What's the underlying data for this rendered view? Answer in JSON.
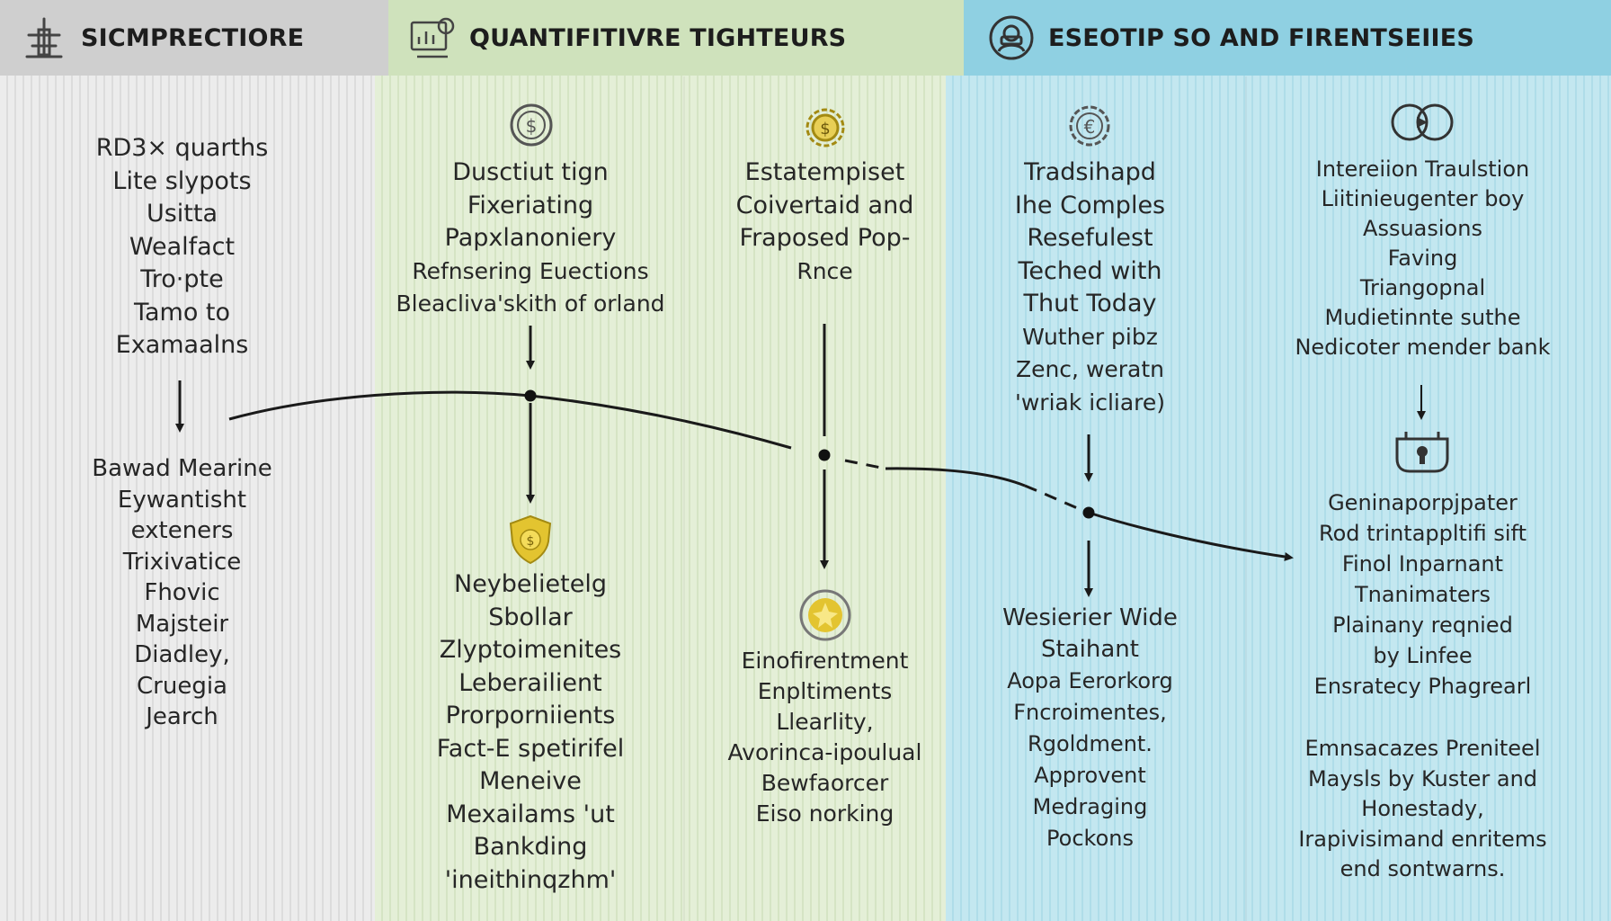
{
  "header": {
    "sections": [
      {
        "title": "SICMPRECTIORE",
        "icon": "tower-icon"
      },
      {
        "title": "QUANTIFITIVRE TIGHTEURS",
        "icon": "chart-screen-icon"
      },
      {
        "title": "ESEOTIP SO AND FIRENTSEIIES",
        "icon": "person-badge-icon"
      }
    ]
  },
  "columns": [
    {
      "top": [
        "RD3× quarths",
        "Lite slypots",
        "Usitta",
        "Wealfact",
        "Tro·pte",
        "Tamo to",
        "Examaalns"
      ],
      "bottom": [
        "Bawad Mearine",
        "Eywantisht",
        "exteners",
        "Trixivatice",
        "Fhovic",
        "Majsteir",
        "Diadley,",
        "Cruegia",
        "Jearch"
      ]
    },
    {
      "top_icon": "dollar-coin-icon",
      "top": [
        "Dusctiut tign",
        "Fixeriating",
        "Papxlanoniery",
        "Refnsering Euections",
        "Bleacliva'skith of orland"
      ],
      "bottom_icon": "gold-shield-icon",
      "bottom": [
        "Neybelietelg",
        "Sbollar",
        "Zlyptoimenites",
        "Leberailient",
        "Prorporniients",
        "Fact-E spetirifel",
        "Meneive",
        "Mexailams 'ut",
        "Bankding",
        "'ineithinqzhm'"
      ]
    },
    {
      "top_icon": "dollar-gear-icon",
      "top": [
        "Estatempiset",
        "Coivertaid and",
        "Fraposed Pop-",
        "Rnce"
      ],
      "bottom_icon": "gold-medal-icon",
      "bottom": [
        "Einofirentment",
        "Enpltiments",
        "Llearlity,",
        "Avorinca-ipoulual",
        "Bewfaorcer",
        "Eiso norking"
      ]
    },
    {
      "top_icon": "euro-gear-icon",
      "top": [
        "Tradsihapd",
        "Ihe Comples",
        "Resefulest",
        "Teched with",
        "Thut Today",
        "Wuther pibz",
        "Zenc, weratn",
        "'wriak icliare)"
      ],
      "bottom": [
        "Wesierier Wide",
        "Staihant",
        "Aopa Eerorkorg",
        "Fncroimentes,",
        "Rgoldment.",
        "Approvent",
        "Medraging",
        "Pockons"
      ]
    },
    {
      "top_icon": "link-circles-icon",
      "top": [
        "Intereiion Traulstion",
        "Liitinieugenter boy",
        "Assuasions",
        "Faving",
        "Triangopnal",
        "Mudietinnte suthe",
        "Nedicoter mender bank"
      ],
      "mid_icon": "bank-box-icon",
      "bottom": [
        "Geninaporpjpater",
        "Rod trintappltifi sift",
        "Finol Inparnant",
        "Tnanimaters",
        "Plainany reqnied",
        "by Linfee",
        "Ensratecy Phagrearl"
      ],
      "bottom2": [
        "Emnsacazes Preniteel",
        "Maysls by Kuster and",
        "Honestady,",
        "Irapivisimand enritems",
        "end sontwarns."
      ]
    }
  ],
  "colors": {
    "gold": "#e3c430",
    "line": "#1a1a1a"
  }
}
